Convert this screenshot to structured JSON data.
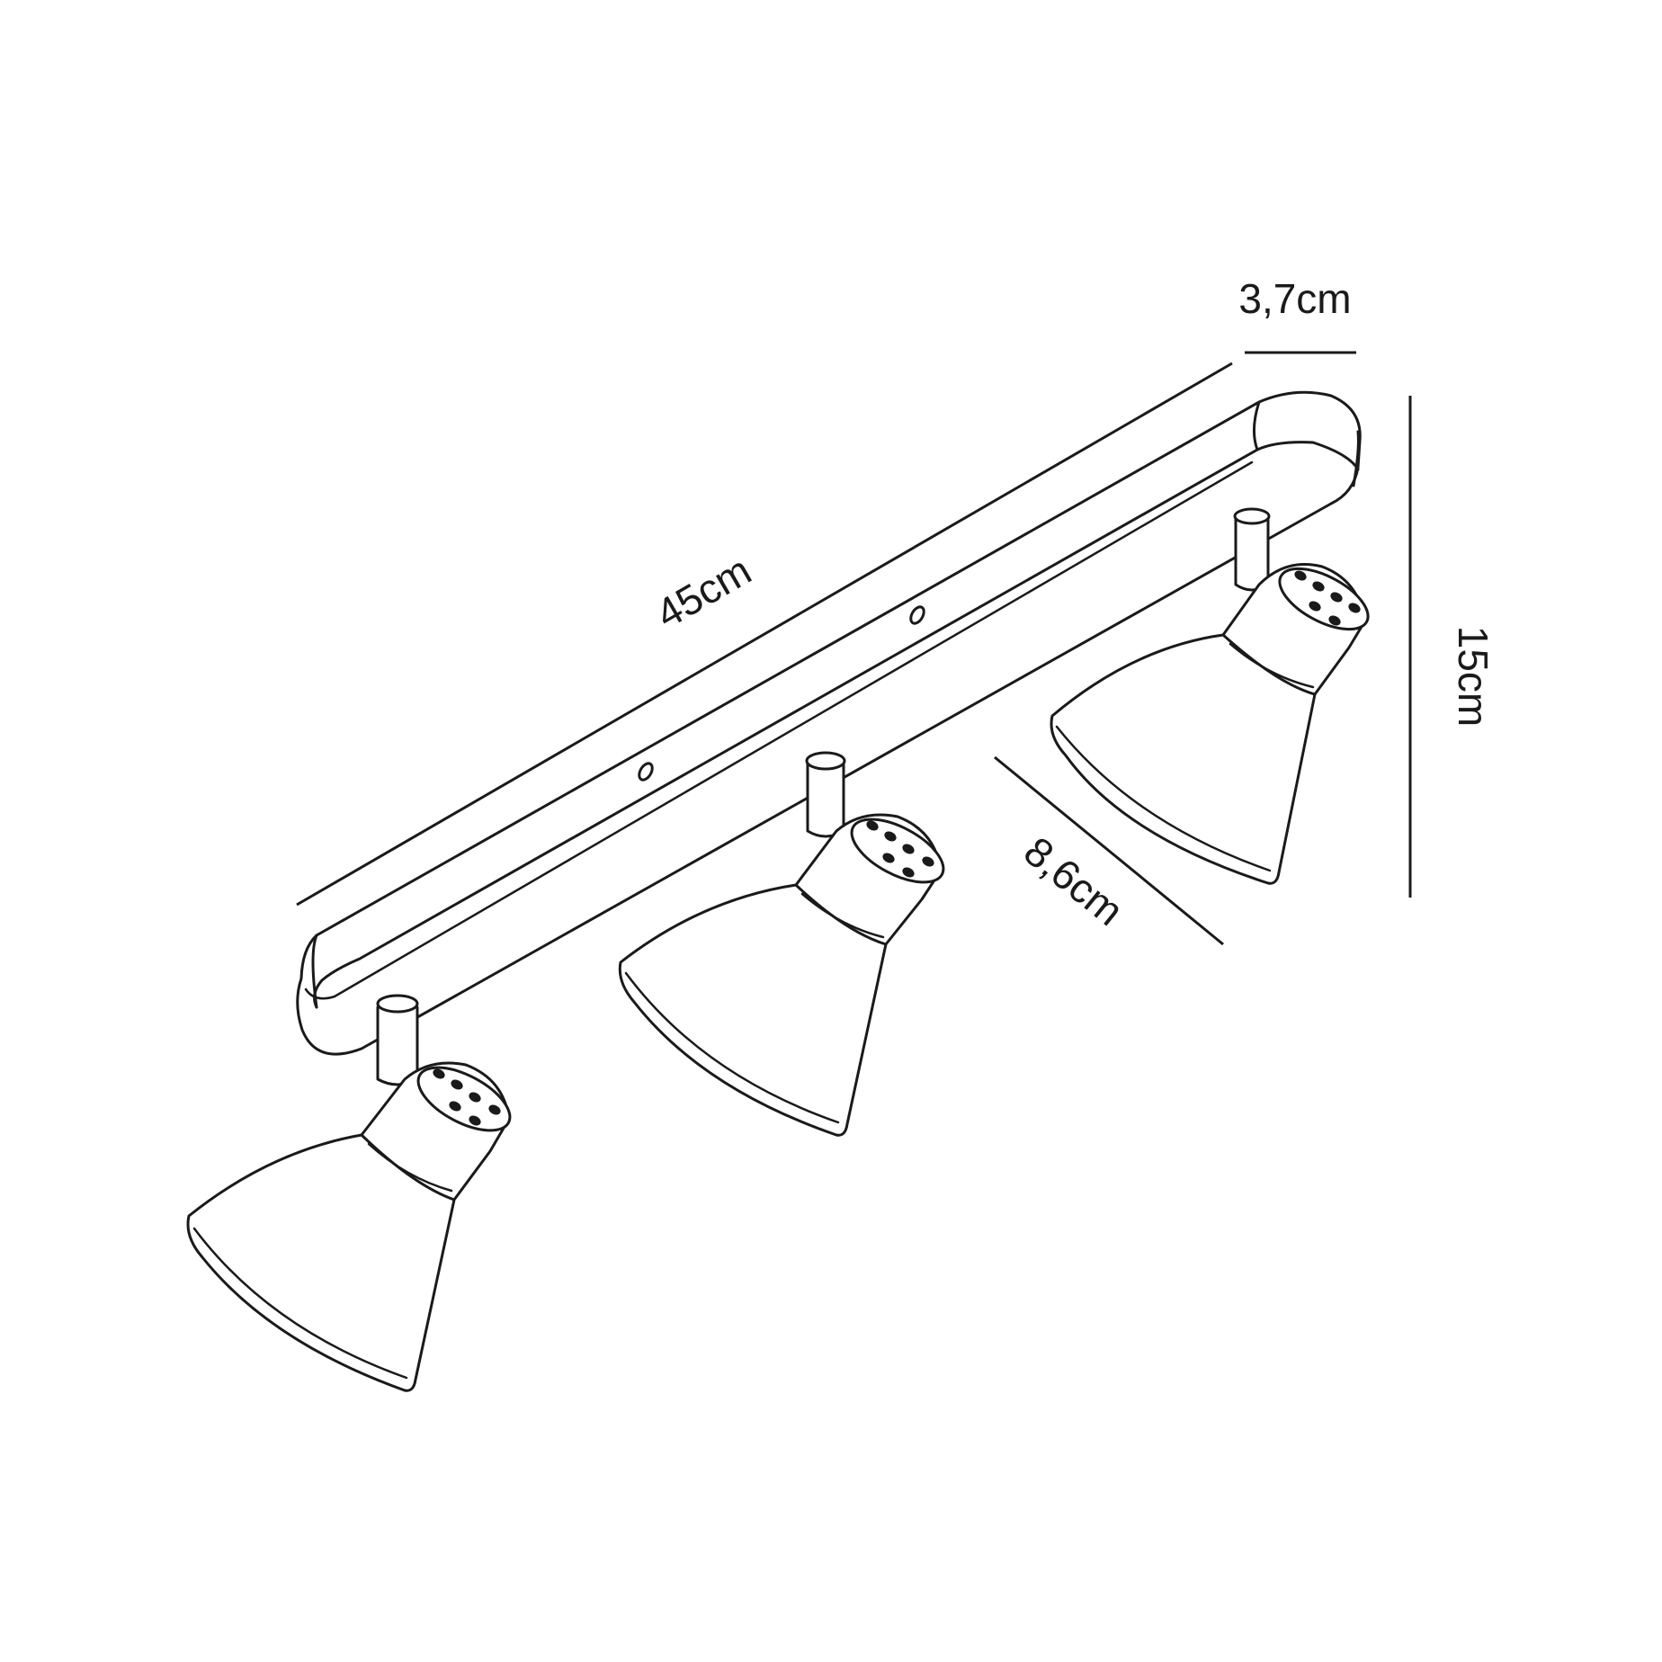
{
  "dimensions": {
    "length": "45cm",
    "depth": "3,7cm",
    "height": "15cm",
    "shade_length": "8,6cm"
  },
  "colors": {
    "line": "#1a1a1a",
    "background": "#ffffff"
  }
}
